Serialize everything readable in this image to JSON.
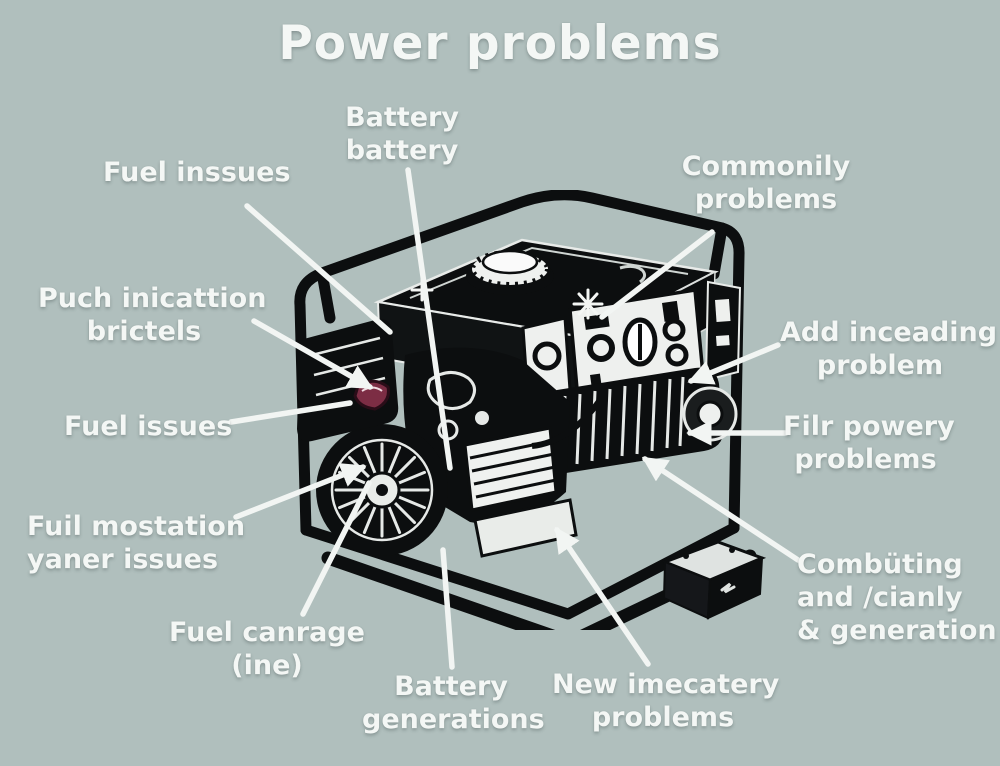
{
  "title": "Power problems",
  "colors": {
    "background": "#b0bfbd",
    "label_text": "#f4f7f5",
    "line": "#f2f5f3",
    "ink": "#0c0e0f",
    "panel": "#eef0ee",
    "accent_red": "#7c2d44"
  },
  "labels": [
    {
      "id": "fuel-inssues",
      "lines": [
        "Fuel inssues"
      ]
    },
    {
      "id": "battery-battery",
      "lines": [
        "Battery",
        "battery"
      ]
    },
    {
      "id": "commonily-problems",
      "lines": [
        "Commonily",
        "problems"
      ]
    },
    {
      "id": "puch-inicattion-brictels",
      "lines": [
        "Puch inicattion",
        "brictels"
      ]
    },
    {
      "id": "fuel-issues",
      "lines": [
        "Fuel issues"
      ]
    },
    {
      "id": "fuil-mostation",
      "lines": [
        "Fuil mostation",
        "yaner issues"
      ]
    },
    {
      "id": "fuel-canrage-ine",
      "lines": [
        "Fuel canrage",
        "(ine)"
      ]
    },
    {
      "id": "battery-generations",
      "lines": [
        "Battery",
        "generations"
      ]
    },
    {
      "id": "new-imecatery-problems",
      "lines": [
        "New imecatery",
        "problems"
      ]
    },
    {
      "id": "add-inceading-problem",
      "lines": [
        "Add inceading",
        "problem"
      ]
    },
    {
      "id": "filr-powery-problems",
      "lines": [
        "Filr powery",
        "problems"
      ]
    },
    {
      "id": "combuting-generation",
      "lines": [
        "Combüting",
        "and /cianly",
        "& generation"
      ]
    }
  ],
  "illustration": {
    "subject": "portable gasoline generator, black ink isometric line drawing",
    "parts": [
      "tubular frame",
      "fuel tank",
      "fuel cap",
      "control panel",
      "alternator",
      "engine",
      "recoil starter fan",
      "air filter box",
      "battery box"
    ]
  }
}
